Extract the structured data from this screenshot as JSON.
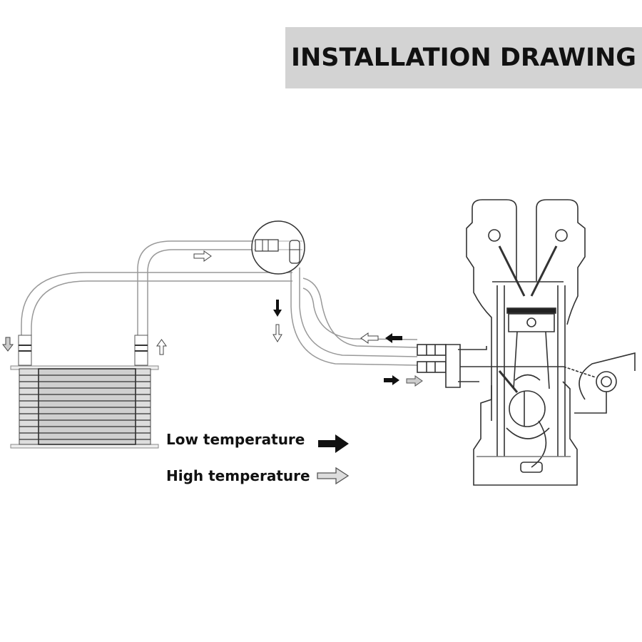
{
  "title": "INSTALLATION DRAWING",
  "legend": {
    "low": {
      "label": "Low temperature",
      "arrow_color": "#111111"
    },
    "high": {
      "label": "High temperature",
      "arrow_color": "#cccccc"
    }
  },
  "colors": {
    "title_bg": "#d3d3d3",
    "line": "#444444",
    "hose": "#888888"
  }
}
